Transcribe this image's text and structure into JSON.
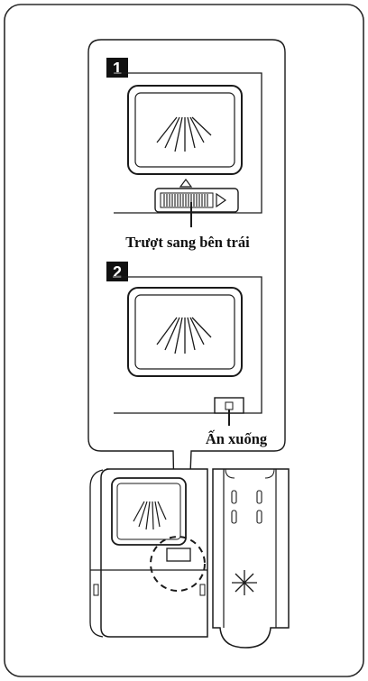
{
  "steps": [
    {
      "number": "1",
      "caption": "Trượt sang bên trái"
    },
    {
      "number": "2",
      "caption": "Ấn xuống"
    }
  ],
  "colors": {
    "line": "#1a1a1a",
    "background": "#ffffff",
    "badge": "#111111",
    "badge_text": "#ffffff"
  },
  "icons": [
    "spray-icon",
    "slide-arrow-icon",
    "sparkle-icon"
  ]
}
